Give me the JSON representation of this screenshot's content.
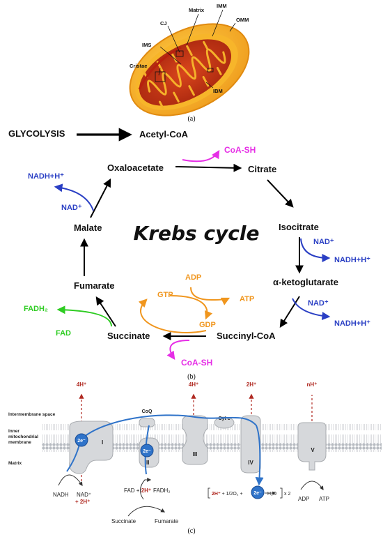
{
  "panel_a": {
    "labels": {
      "matrix": "Matrix",
      "imm": "IMM",
      "omm": "OMM",
      "cj": "CJ",
      "ims": "IMS",
      "cristae": "Cristae",
      "ibm": "IBM"
    },
    "caption": "(a)"
  },
  "panel_b": {
    "title": "Krebs cycle",
    "glycolysis": "GLYCOLYSIS",
    "metabolites": {
      "acetyl_coa": "Acetyl-CoA",
      "citrate": "Citrate",
      "isocitrate": "Isocitrate",
      "alpha_kg": "α-ketoglutarate",
      "succinyl_coa": "Succinyl-CoA",
      "succinate": "Succinate",
      "fumarate": "Fumarate",
      "malate": "Malate",
      "oxaloacetate": "Oxaloacetate"
    },
    "cofactors": {
      "coa_sh_top": "CoA-SH",
      "nad_1": "NAD⁺",
      "nadh_1": "NADH+H⁺",
      "nad_2": "NAD⁺",
      "nadh_2": "NADH+H⁺",
      "coa_sh_bottom": "CoA-SH",
      "adp": "ADP",
      "atp": "ATP",
      "gtp": "GTP",
      "gdp": "GDP",
      "fadh2": "FADH₂",
      "fad": "FAD",
      "nad_3": "NAD⁺",
      "nadh_3": "NADH+H⁺"
    },
    "caption": "(b)"
  },
  "panel_c": {
    "regions": {
      "ims": "Intermembrane space",
      "imm_line1": "Inner",
      "imm_line2": "mitochondrial",
      "imm_line3": "membrane",
      "matrix": "Matrix"
    },
    "protons": {
      "p1": "4H⁺",
      "p3": "4H⁺",
      "p4": "2H⁺",
      "p5": "nH⁺"
    },
    "complexes": {
      "c1": "I",
      "c2": "II",
      "c3": "III",
      "c4": "IV",
      "c5": "V",
      "coq": "CoQ",
      "cytc": "Cyt c"
    },
    "electrons": {
      "e1": "2e⁻",
      "e2": "2e⁻",
      "e3": "2e⁻"
    },
    "reactions": {
      "nadh": "NADH",
      "nad_plus": "NAD⁺",
      "plus_2h": "+ 2H⁺",
      "fad_eq_a": "FAD + ",
      "fad_eq_b": "2H⁺",
      "fadh2": "FADH₂",
      "succinate": "Succinate",
      "fumarate": "Fumarate",
      "o2_a": "2H⁺",
      "o2_b": " + 1/2O₂ +",
      "h2o": "H₂O",
      "x2": "x 2",
      "adp": "ADP",
      "atp": "ATP"
    },
    "caption": "(c)"
  },
  "colors": {
    "blue": "#2a3fc4",
    "magenta": "#e62ee6",
    "orange": "#f0961e",
    "green": "#2ecc22",
    "proton_red": "#b02a22",
    "electron_blue": "#2f73c9"
  }
}
